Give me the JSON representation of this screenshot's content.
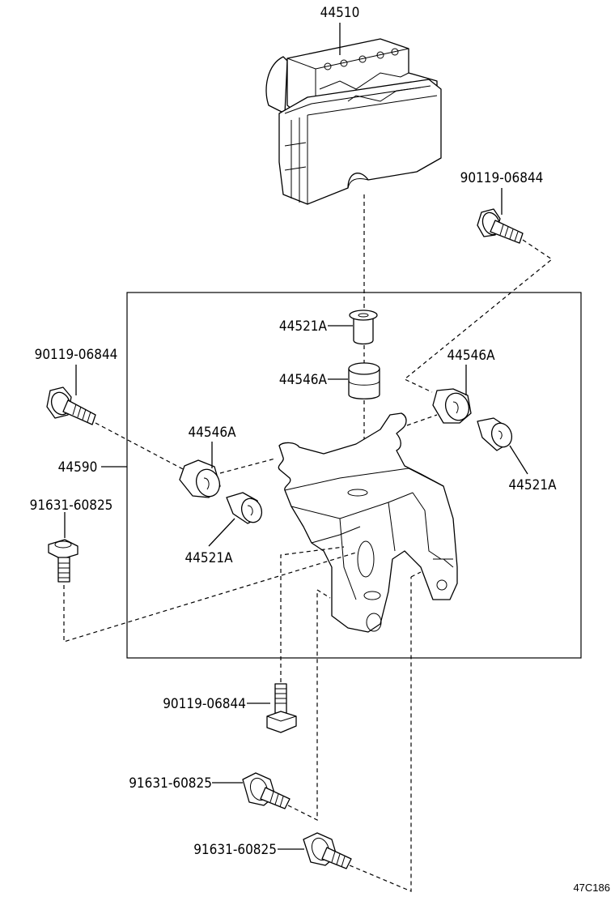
{
  "labels": {
    "p44510": "44510",
    "p90119_top": "90119-06844",
    "p44521A_center": "44521A",
    "p44546A_center": "44546A",
    "p90119_left": "90119-06844",
    "p44546A_right": "44546A",
    "p44546A_left": "44546A",
    "p44590": "44590",
    "p44521A_right": "44521A",
    "p91631_left": "91631-60825",
    "p44521A_left": "44521A",
    "p90119_bottom": "90119-06844",
    "p91631_bottom1": "91631-60825",
    "p91631_bottom2": "91631-60825"
  },
  "figure_code": "47C186"
}
